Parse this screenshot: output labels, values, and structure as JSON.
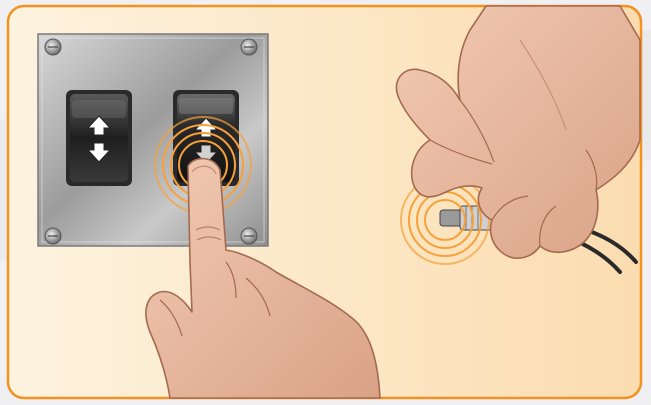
{
  "scene": {
    "subject": "switch-panel-and-sensor-illustration",
    "frame_color": "#f39221",
    "background_gradient": [
      "#fdf2d9",
      "#fbe2bd"
    ],
    "panel_color": "#b9b9b9",
    "skin_color": "#e8b79e",
    "ring_color": "#f7a138",
    "cable_color": "#2a2a2a"
  },
  "switches": [
    {
      "name": "left-rocker-switch",
      "icons": [
        "arrow-up-icon",
        "arrow-down-icon"
      ],
      "pressed": false
    },
    {
      "name": "right-rocker-switch",
      "icons": [
        "arrow-up-icon",
        "arrow-down-icon"
      ],
      "pressed": true
    }
  ],
  "indicators": [
    {
      "name": "touch-vibration-rings",
      "rings": 4
    },
    {
      "name": "sensor-vibration-rings",
      "rings": 4
    }
  ]
}
